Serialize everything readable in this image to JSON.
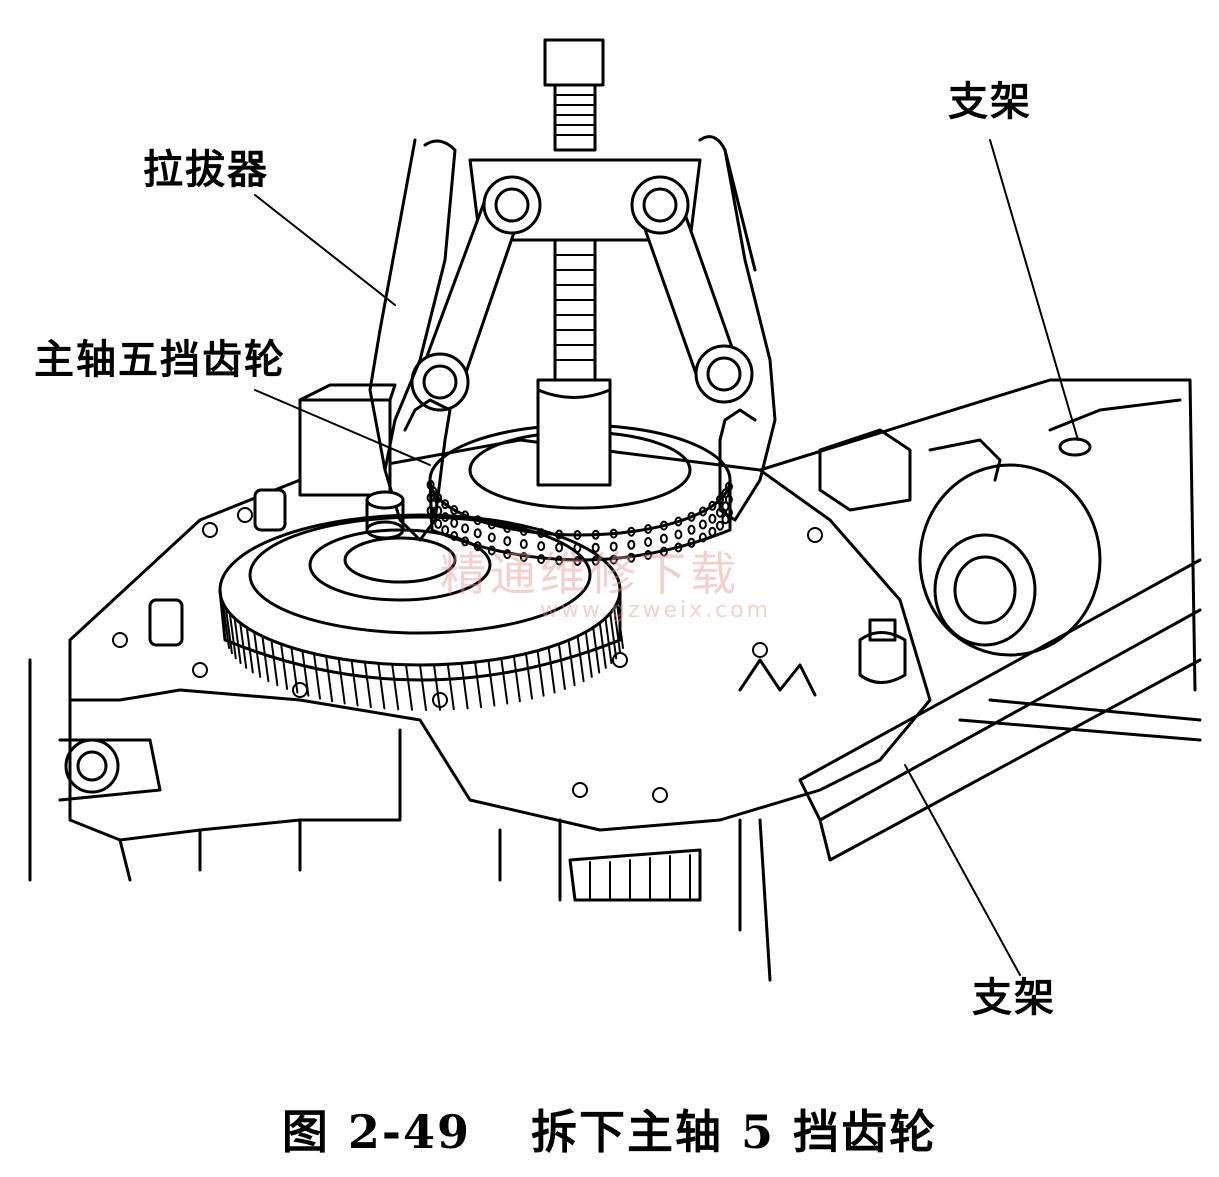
{
  "labels": {
    "puller": "拉拔器",
    "mainshaft_gear": "主轴五挡齿轮",
    "bracket_top": "支架",
    "bracket_bottom": "支架"
  },
  "caption": {
    "figure_number": "图 2-49",
    "title": "拆下主轴 5 挡齿轮"
  },
  "watermark": {
    "text": "精通维修下载",
    "url": "www.gzweix.com"
  },
  "colors": {
    "line": "#000000",
    "background": "#ffffff",
    "watermark": "#e39a92"
  }
}
